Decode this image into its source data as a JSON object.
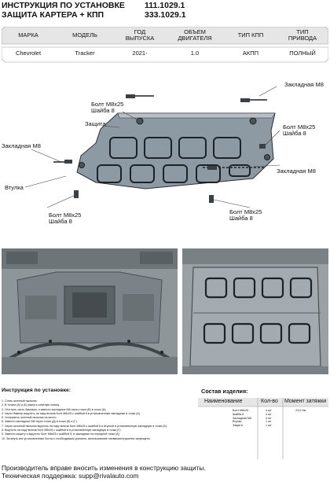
{
  "header": {
    "title_line1": "ИНСТРУКЦИЯ ПО УСТАНОВКЕ",
    "title_line2": "ЗАЩИТА КАРТЕРА + КПП",
    "code1": "111.1029.1",
    "code2": "333.1029.1"
  },
  "spec_table": {
    "headers": [
      "МАРКА",
      "МОДЕЛЬ",
      "ГОД\nВЫПУСКА",
      "ОБЪЕМ\nДВИГАТЕЛЯ",
      "ТИП КПП",
      "ТИП\nПРИВОДА"
    ],
    "row": [
      "Chevrolet",
      "Tracker",
      "2021-",
      "1.0",
      "АКПП",
      "ПОЛНЫЙ"
    ]
  },
  "diagram": {
    "labels": {
      "nut_top_right": "Закладная М8",
      "bolt_top_left": "Болт М8х25\nШайба 8",
      "shield": "Защита",
      "nut_left": "Закладная М8",
      "bolt_right": "Болт М8х25\nШайба 8",
      "nut_right": "Закладная М8",
      "bushing": "Втулка",
      "bolt_bottom_left": "Болт М8х25\nШайба 8",
      "bolt_bottom_right": "Болт М8х25\nШайба 8"
    }
  },
  "instructions": {
    "title": "Инструкция по установке:",
    "steps": [
      "1. Снять штатный пыльник.",
      "2. В точках (А) и (Б) вынуть штатную клипсу.",
      "3. Отогнуть часть бампера, и завести закладные М8 через точки (В) в точки (А).",
      "4. Через бампер вкрутить на пару витков болт М8х25 с шайбой 8 в установленные закладные в точки (А).",
      "5. Установить штатный пыльник на место.",
      "6. Завести закладные М8 через точки (Д) в точки (Б) и (Г).",
      "7. Через штатный пыльник вкрутить на пару витков болт М8х25 с шайбой 8 и втулкой в установленную закладную в точки (Б).",
      "8. Вкрутить на пару витков болт М8х25 с шайбой 8 в установленную закладную в точки (Г).",
      "9. Завести защиту и вкрутить болт М8х25 с шайбой 8, в закладные на передней точки (А).",
      "10. Затянуть все установленные болты с необходимым усилием, использование пневмоинструмента запрещено."
    ]
  },
  "components": {
    "title": "Состав изделия:",
    "headers": [
      "Наименование",
      "Кол-во",
      "Момент затяжки"
    ],
    "rows": [
      [
        "Болт М8х25",
        "4 шт",
        "23,0 Нм"
      ],
      [
        "Шайба 8",
        "4 шт",
        ""
      ],
      [
        "Закладная М8",
        "4 шт",
        ""
      ],
      [
        "Втулка",
        "1 шт",
        ""
      ],
      [
        "Защита",
        "1 шт",
        ""
      ]
    ]
  },
  "footer": {
    "line1": "Производитель вправе вносить изменения в конструкцию защиты.",
    "line2": "Техническая поддержка: supp@rivalauto.com"
  },
  "colors": {
    "shield_fill": "#8e9aa3",
    "shield_dark": "#2a2f33",
    "spec_bg": "#e6e6e6",
    "photo_bg": "#9aa0a4"
  }
}
